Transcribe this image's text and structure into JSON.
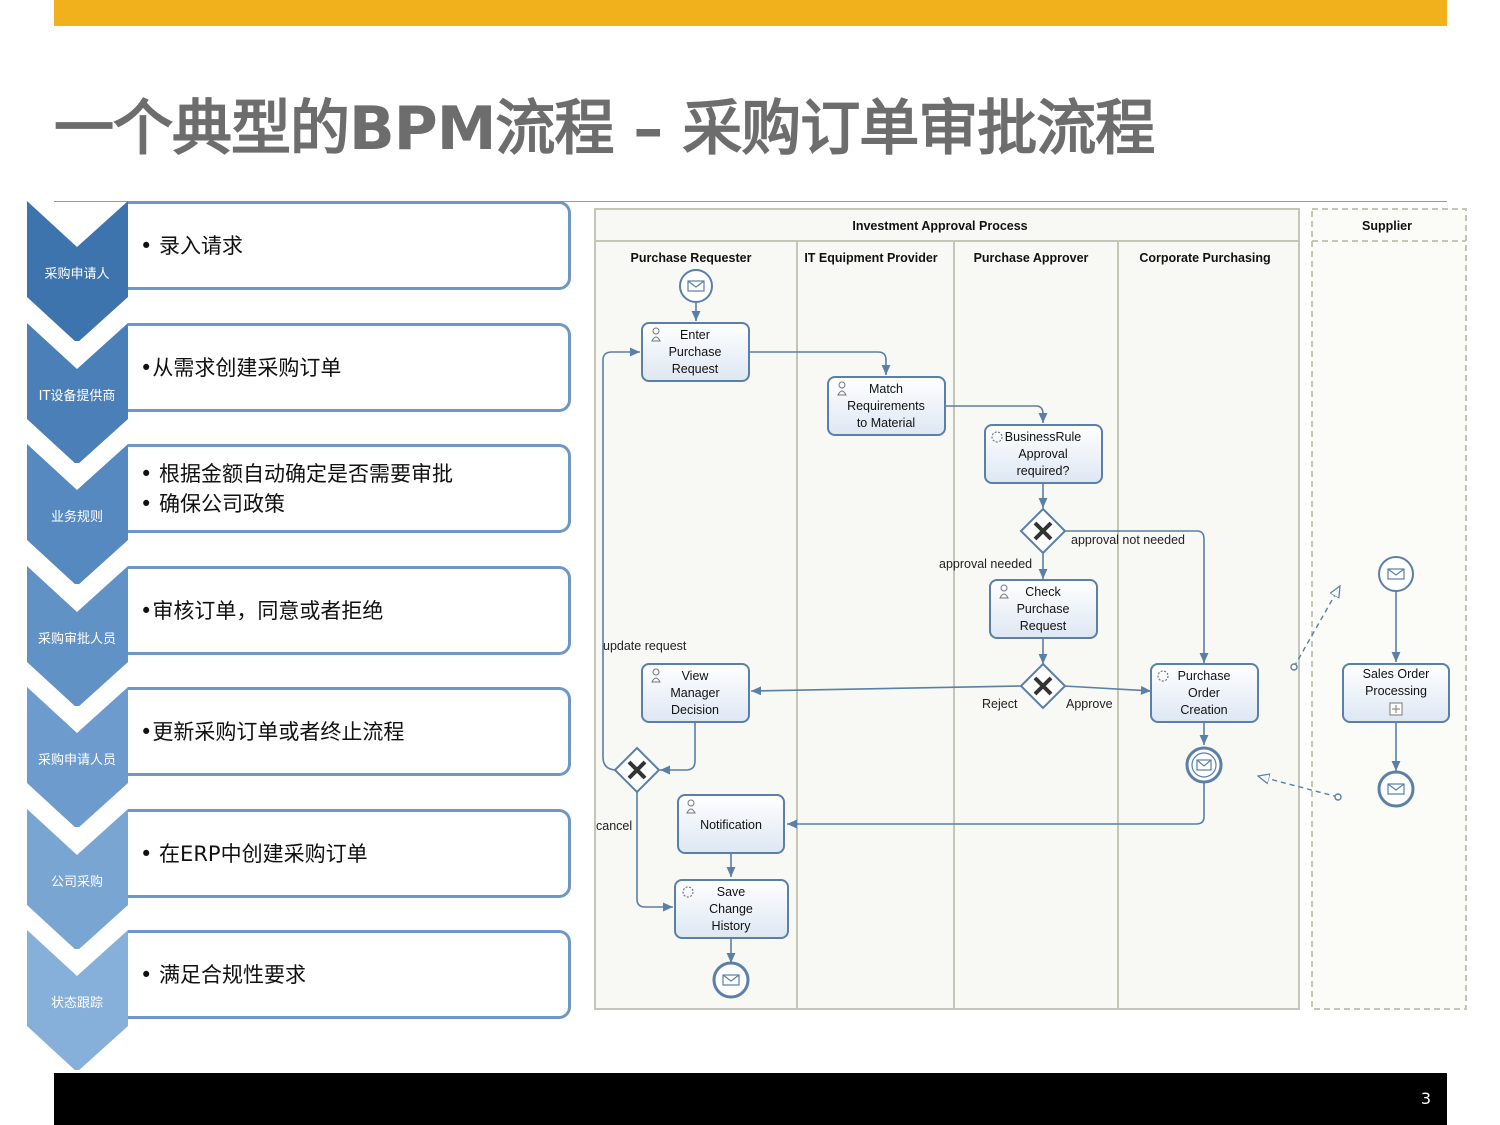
{
  "slide": {
    "title": "一个典型的BPM流程 – 采购订单审批流程",
    "page_number": "3",
    "accent_color": "#f0b11d"
  },
  "steps": [
    {
      "role": "采购申请人",
      "lines": [
        "• 录入请求"
      ],
      "color": "#3e74ae"
    },
    {
      "role": "IT设备提供商",
      "lines": [
        "•从需求创建采购订单"
      ],
      "color": "#4a7fb7"
    },
    {
      "role": "业务规则",
      "lines": [
        "• 根据金额自动确定是否需要审批",
        "• 确保公司政策"
      ],
      "color": "#5689bf"
    },
    {
      "role": "采购审批人员",
      "lines": [
        "•审核订单，同意或者拒绝"
      ],
      "color": "#6192c6"
    },
    {
      "role": "采购申请人员",
      "lines": [
        "•更新采购订单或者终止流程"
      ],
      "color": "#6d9bcd"
    },
    {
      "role": "公司采购",
      "lines": [
        "• 在ERP中创建采购订单"
      ],
      "color": "#79a5d3"
    },
    {
      "role": "状态跟踪",
      "lines": [
        "• 满足合规性要求"
      ],
      "color": "#86afd9"
    }
  ],
  "process": {
    "pool_title": "Investment Approval Process",
    "supplier_title": "Supplier",
    "lanes": [
      "Purchase Requester",
      "IT Equipment Provider",
      "Purchase Approver",
      "Corporate Purchasing"
    ],
    "tasks": {
      "enter_request": [
        "Enter",
        "Purchase",
        "Request"
      ],
      "match_requirements": [
        "Match",
        "Requirements",
        "to Material"
      ],
      "business_rule": [
        "BusinessRule",
        "Approval",
        "required?"
      ],
      "check_request": [
        "Check",
        "Purchase",
        "Request"
      ],
      "view_decision": [
        "View",
        "Manager",
        "Decision"
      ],
      "purchase_order_creation": [
        "Purchase",
        "Order",
        "Creation"
      ],
      "notification": [
        "Notification"
      ],
      "save_history": [
        "Save",
        "Change",
        "History"
      ],
      "sales_order_processing": [
        "Sales Order",
        "Processing"
      ]
    },
    "labels": {
      "approval_not_needed": "approval not needed",
      "approval_needed": "approval needed",
      "update_request": "update request",
      "reject": "Reject",
      "approve": "Approve",
      "cancel": "cancel"
    },
    "line_color": "#5a7fa8",
    "task_fill": "#eef3fa"
  }
}
